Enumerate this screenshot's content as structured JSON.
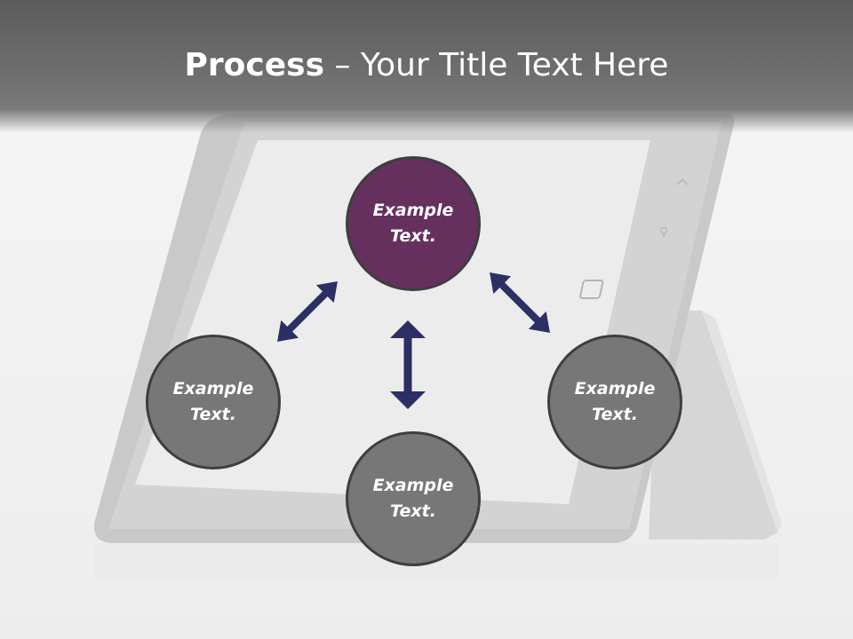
{
  "title": {
    "bold": "Process",
    "rest": " – Your Title Text Here"
  },
  "nodes": [
    {
      "id": "top",
      "text": "Example Text.",
      "color": "#66305e"
    },
    {
      "id": "left",
      "text": "Example Text.",
      "color": "#777777"
    },
    {
      "id": "bottom",
      "text": "Example Text.",
      "color": "#777777"
    },
    {
      "id": "right",
      "text": "Example Text.",
      "color": "#777777"
    }
  ],
  "colors": {
    "header": "#616161",
    "arrow": "#2b2f63",
    "circle_border": "#3e3e3e",
    "accent_circle": "#66305e",
    "gray_circle": "#777777"
  }
}
